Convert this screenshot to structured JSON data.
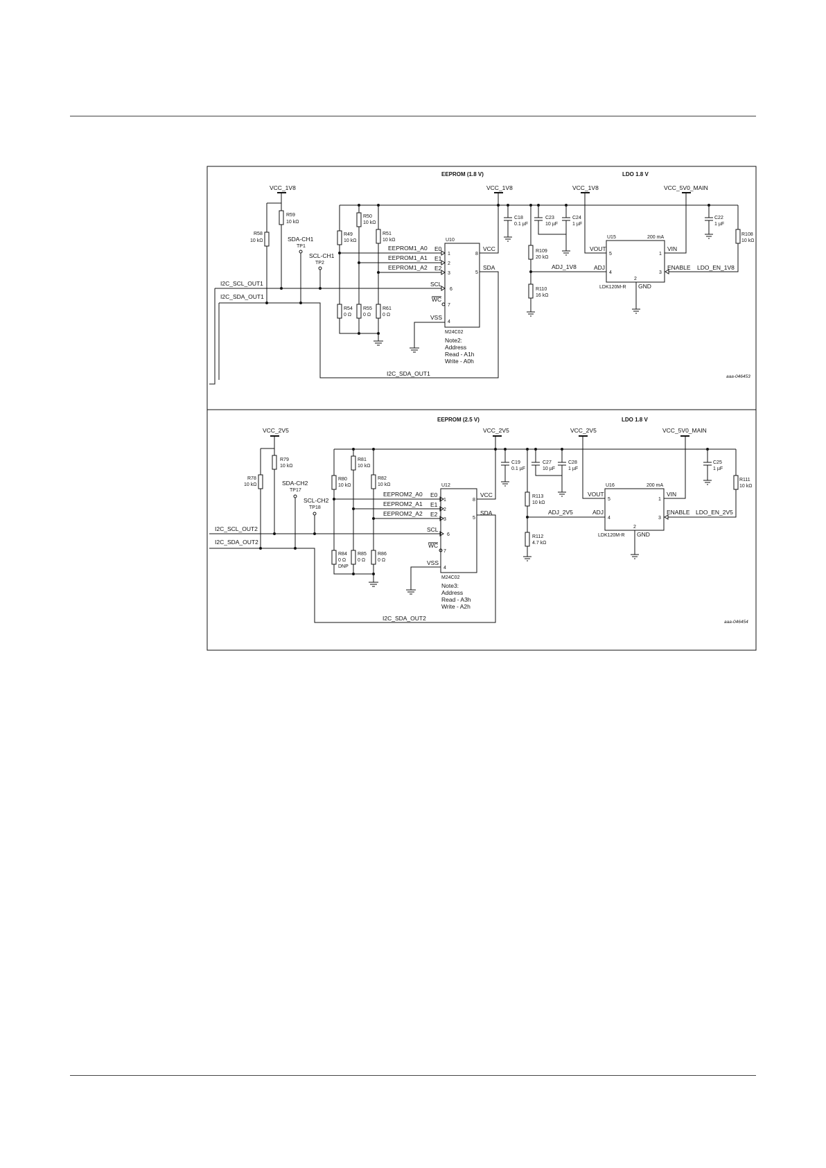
{
  "sections": [
    {
      "id": "s1",
      "eeprom_title": "EEPROM (1.8 V)",
      "ldo_title": "LDO 1.8 V",
      "vcc": "VCC_1V8",
      "vin_rail": "VCC_5V0_MAIN",
      "pullups": [
        {
          "ref": "R58",
          "value": "10 kΩ"
        },
        {
          "ref": "R59",
          "value": "10 kΩ"
        }
      ],
      "testpoints": [
        {
          "name": "SDA-CH1",
          "tp": "TP1"
        },
        {
          "name": "SCL-CH1",
          "tp": "TP2"
        }
      ],
      "nets": {
        "scl": "I2C_SCL_OUT1",
        "sda": "I2C_SDA_OUT1",
        "sda_return": "I2C_SDA_OUT1"
      },
      "addr_up": [
        {
          "ref": "R49",
          "value": "10 kΩ"
        },
        {
          "ref": "R50",
          "value": "10 kΩ"
        },
        {
          "ref": "R51",
          "value": "10 kΩ"
        }
      ],
      "addr_down": [
        {
          "ref": "R54",
          "value": "0 Ω",
          "extra": ""
        },
        {
          "ref": "R55",
          "value": "0 Ω",
          "extra": ""
        },
        {
          "ref": "R61",
          "value": "0 Ω",
          "extra": ""
        }
      ],
      "addr_nets": [
        "EEPROM1_A0",
        "EEPROM1_A1",
        "EEPROM1_A2"
      ],
      "eeprom": {
        "ref": "U10",
        "part": "M24C02",
        "left_pins": [
          {
            "name": "E0",
            "num": "1"
          },
          {
            "name": "E1",
            "num": "2"
          },
          {
            "name": "E2",
            "num": "3"
          },
          {
            "name": "SCL",
            "num": "6"
          },
          {
            "name": "WC",
            "num": "7"
          },
          {
            "name": "VSS",
            "num": "4"
          }
        ],
        "right_pins": [
          {
            "name": "VCC",
            "num": "8"
          },
          {
            "name": "SDA",
            "num": "5"
          }
        ]
      },
      "note": [
        "Note2:",
        "Address",
        "Read - A1h",
        "Write - A0h"
      ],
      "caps": [
        {
          "ref": "C18",
          "value": "0.1 µF"
        },
        {
          "ref": "C23",
          "value": "10 µF"
        },
        {
          "ref": "C24",
          "value": "1 µF"
        },
        {
          "ref": "C22",
          "value": "1 µF"
        }
      ],
      "div": [
        {
          "ref": "R109",
          "value": "20 kΩ"
        },
        {
          "ref": "R110",
          "value": "16 kΩ"
        }
      ],
      "adj_net": "ADJ_1V8",
      "ldo": {
        "ref": "U15",
        "part": "LDK120M-R",
        "current": "200 mA",
        "pins": {
          "vout": "VOUT",
          "vout_n": "5",
          "adj": "ADJ",
          "adj_n": "4",
          "vin": "VIN",
          "vin_n": "1",
          "en": "ENABLE",
          "en_n": "3",
          "gnd": "GND",
          "gnd_n": "2"
        }
      },
      "en_res": {
        "ref": "R108",
        "value": "10 kΩ"
      },
      "en_net": "LDO_EN_1V8",
      "code": "aaa-046453"
    },
    {
      "id": "s2",
      "eeprom_title": "EEPROM (2.5 V)",
      "ldo_title": "LDO 1.8 V",
      "vcc": "VCC_2V5",
      "vin_rail": "VCC_5V0_MAIN",
      "pullups": [
        {
          "ref": "R78",
          "value": "10 kΩ"
        },
        {
          "ref": "R79",
          "value": "10 kΩ"
        }
      ],
      "testpoints": [
        {
          "name": "SDA-CH2",
          "tp": "TP17"
        },
        {
          "name": "SCL-CH2",
          "tp": "TP18"
        }
      ],
      "nets": {
        "scl": "I2C_SCL_OUT2",
        "sda": "I2C_SDA_OUT2",
        "sda_return": "I2C_SDA_OUT2"
      },
      "addr_up": [
        {
          "ref": "R80",
          "value": "10 kΩ"
        },
        {
          "ref": "R81",
          "value": "10 kΩ"
        },
        {
          "ref": "R82",
          "value": "10 kΩ"
        }
      ],
      "addr_down": [
        {
          "ref": "R84",
          "value": "0 Ω",
          "extra": "DNP"
        },
        {
          "ref": "R85",
          "value": "0 Ω",
          "extra": ""
        },
        {
          "ref": "R86",
          "value": "0 Ω",
          "extra": ""
        }
      ],
      "addr_nets": [
        "EEPROM2_A0",
        "EEPROM2_A1",
        "EEPROM2_A2"
      ],
      "eeprom": {
        "ref": "U12",
        "part": "M24C02",
        "left_pins": [
          {
            "name": "E0",
            "num": "1"
          },
          {
            "name": "E1",
            "num": "2"
          },
          {
            "name": "E2",
            "num": "3"
          },
          {
            "name": "SCL",
            "num": "6"
          },
          {
            "name": "WC",
            "num": "7"
          },
          {
            "name": "VSS",
            "num": "4"
          }
        ],
        "right_pins": [
          {
            "name": "VCC",
            "num": "8"
          },
          {
            "name": "SDA",
            "num": "5"
          }
        ]
      },
      "note": [
        "Note3:",
        "Address",
        "Read - A3h",
        "Write - A2h"
      ],
      "caps": [
        {
          "ref": "C19",
          "value": "0.1 µF"
        },
        {
          "ref": "C27",
          "value": "10 µF"
        },
        {
          "ref": "C28",
          "value": "1 µF"
        },
        {
          "ref": "C25",
          "value": "1 µF"
        }
      ],
      "div": [
        {
          "ref": "R113",
          "value": "10 kΩ"
        },
        {
          "ref": "R112",
          "value": "4.7 kΩ"
        }
      ],
      "adj_net": "ADJ_2V5",
      "ldo": {
        "ref": "U16",
        "part": "LDK120M-R",
        "current": "200 mA",
        "pins": {
          "vout": "VOUT",
          "vout_n": "5",
          "adj": "ADJ",
          "adj_n": "4",
          "vin": "VIN",
          "vin_n": "1",
          "en": "ENABLE",
          "en_n": "3",
          "gnd": "GND",
          "gnd_n": "2"
        }
      },
      "en_res": {
        "ref": "R111",
        "value": "10 kΩ"
      },
      "en_net": "LDO_EN_2V5",
      "code": "aaa-046454"
    }
  ]
}
